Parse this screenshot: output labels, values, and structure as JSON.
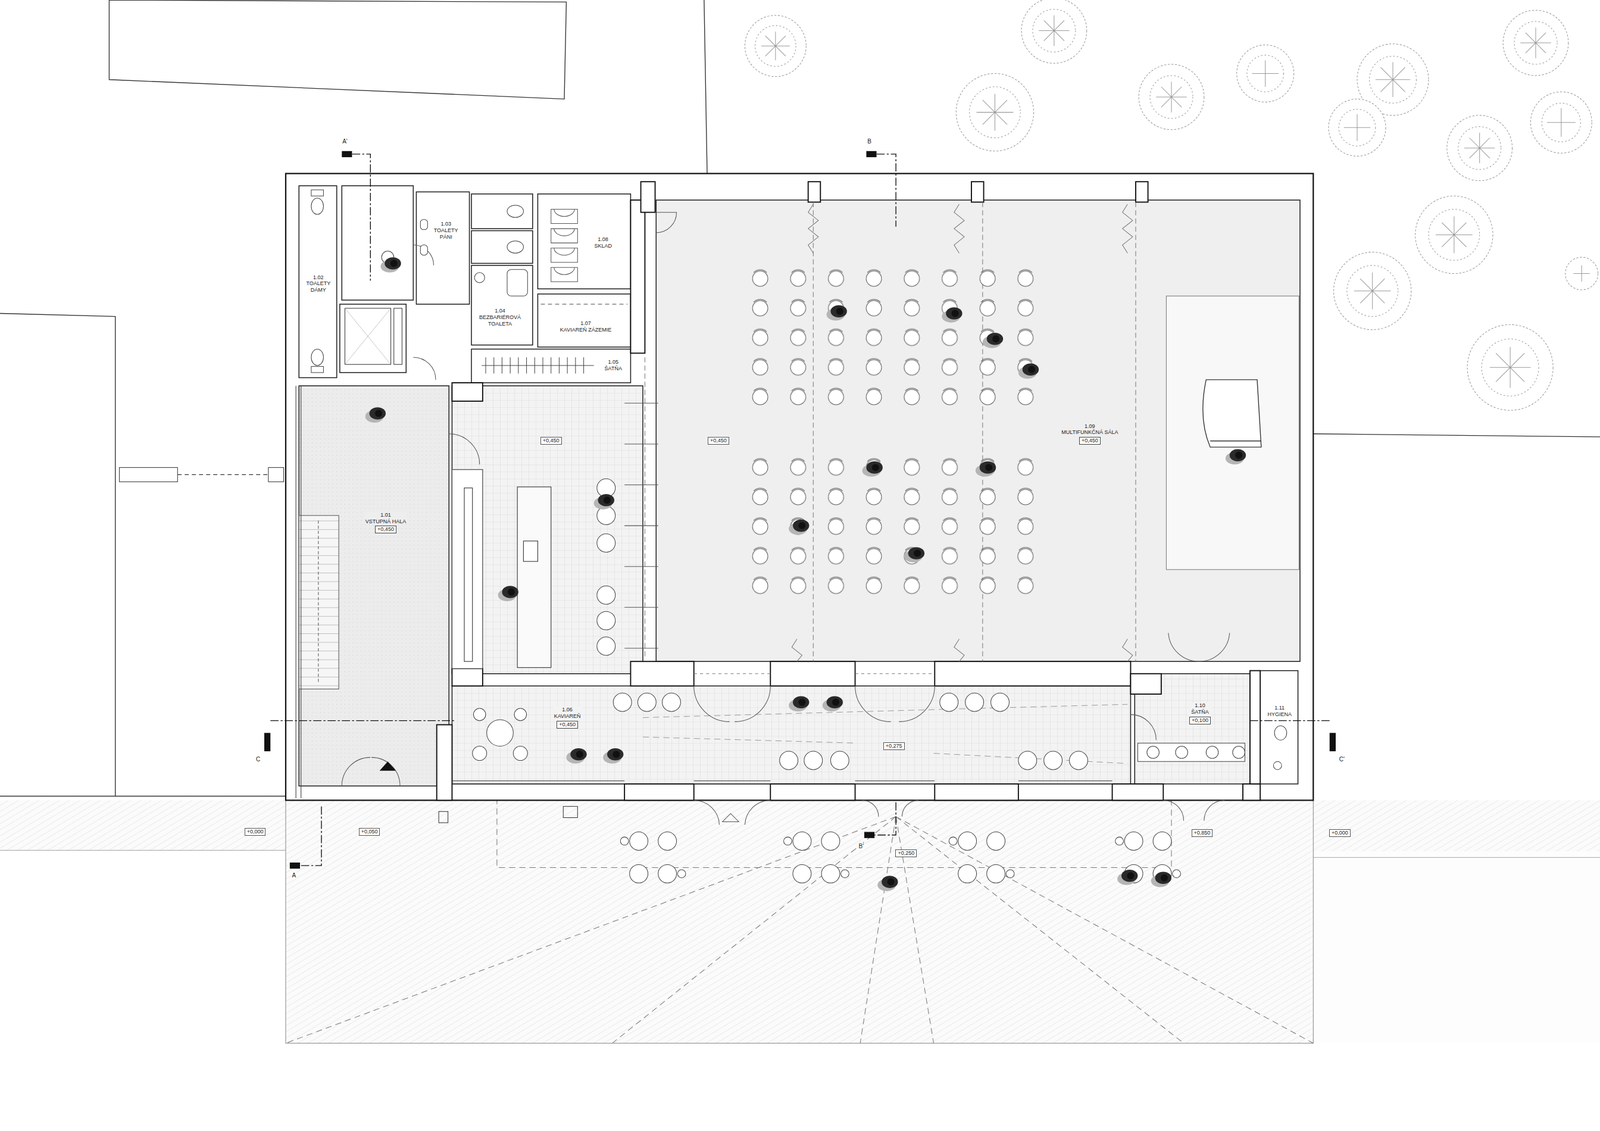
{
  "diagram": {
    "nodes": [
      {
        "text": [
          "1.01",
          "VSTUPNÁ HALA",
          "+0,450"
        ]
      },
      {
        "text": [
          "1.02",
          "TOALETY DÁMY"
        ]
      },
      {
        "text": [
          "1.03",
          "TOALETY PÁNI"
        ]
      },
      {
        "text": [
          "1.04",
          "BEZBARIÉROVÁ TOALETA"
        ]
      },
      {
        "text": [
          "1.05",
          "ŠATŇA"
        ]
      },
      {
        "text": [
          "1.06",
          "KAVIAREŇ",
          "+0,450"
        ]
      },
      {
        "text": [
          "1.07",
          "KAVIAREŇ ZÁZEMIE"
        ]
      },
      {
        "text": [
          "1.08",
          "SKLAD"
        ]
      },
      {
        "text": [
          "1.09",
          "MULTIFUNKČNÁ SÁLA",
          "+0,450"
        ]
      },
      {
        "text": [
          "1.10",
          "ŠATŇA",
          "+0,100"
        ]
      },
      {
        "text": [
          "1.11",
          "HYGIENA"
        ]
      }
    ],
    "edges": [],
    "labels": [
      "+0,450",
      "+0,450",
      "+0,275",
      "+0,250",
      "+0,000",
      "+0,050",
      "+0,850",
      "+0,000",
      "A'",
      "A",
      "B",
      "B'",
      "C",
      "C'"
    ]
  }
}
